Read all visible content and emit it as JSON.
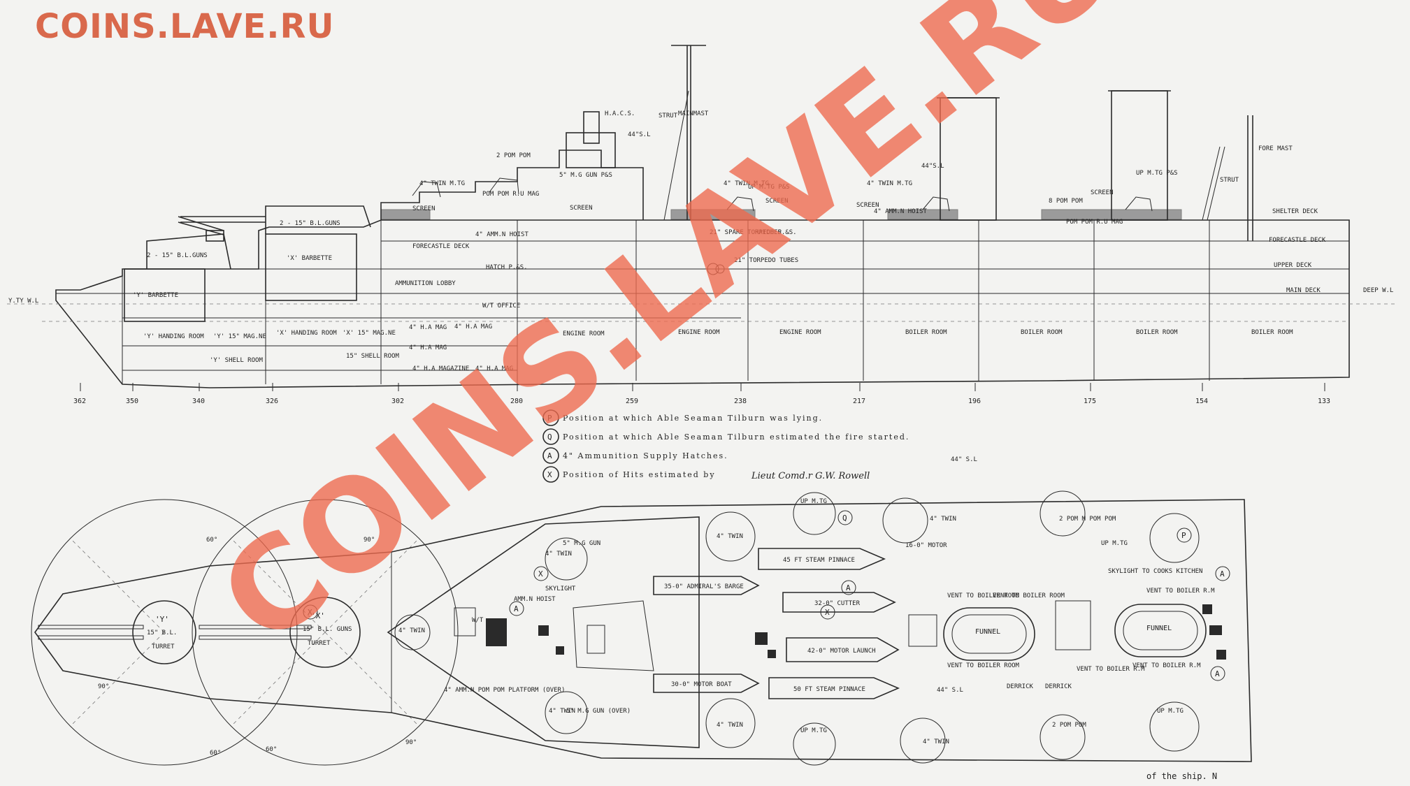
{
  "watermark": {
    "top_text": "COINS.LAVE.RU",
    "diagonal_text": "COINS.LAVE.RU",
    "color": "#d9694c"
  },
  "profile": {
    "frames": [
      "362",
      "350",
      "340",
      "326",
      "302",
      "280",
      "259",
      "238",
      "217",
      "196",
      "175",
      "154",
      "133"
    ],
    "waterlines": {
      "left": "Y.TY W.L",
      "right": "DEEP W.L"
    },
    "decks": [
      "SHELTER DECK",
      "FORECASTLE DECK",
      "UPPER DECK",
      "MAIN DECK",
      "FORECASTLE DECK"
    ],
    "mast_labels": [
      "STRUT",
      "MAINMAST",
      "STRUT",
      "FORE MAST",
      "H.A.C.S."
    ],
    "spaces": [
      "'Y' BARBETTE",
      "'X' BARBETTE",
      "2 - 15\" B.L.GUNS",
      "2 - 15\" B.L.GUNS",
      "'Y' HANDING ROOM",
      "'Y' 15\" MAG.NE",
      "'X' HANDING ROOM",
      "'X' 15\" MAG.NE",
      "'Y' SHELL ROOM",
      "15\" SHELL ROOM",
      "4\" H.A MAG",
      "4\" H.A MAG",
      "4\" H.A MAG",
      "4\" H.A MAGAZINE",
      "4\" H.A MAG",
      "AMMUNITION LOBBY",
      "W/T OFFICE",
      "ENGINE ROOM",
      "ENGINE ROOM",
      "ENGINE ROOM",
      "BOILER ROOM",
      "BOILER ROOM",
      "BOILER ROOM",
      "BOILER ROOM",
      "POM POM R.U MAG",
      "POM POM R.U MAG",
      "4\" AMM.N HOIST",
      "4\" AMM.N HOIST",
      "21\" SPARE TORPEDOES",
      "21\" TORPEDO TUBES",
      "HATCH P.&S.",
      "HATCH P.&S.",
      "SCREEN",
      "SCREEN",
      "SCREEN",
      "SCREEN",
      "SCREEN",
      "4\" TWIN M.TG",
      "4\" TWIN M.TG",
      "4\" TWIN M.TG",
      "UP M.TG P&S",
      "UP M.TG P&S",
      "2 POM POM",
      "8 POM POM",
      "5\" M.G GUN P&S",
      "44\"S.L",
      "44\"S.L"
    ]
  },
  "legend": [
    {
      "symbol": "P",
      "text": "Position at which Able Seaman Tilburn was lying."
    },
    {
      "symbol": "Q",
      "text": "Position at which Able Seaman Tilburn estimated the fire started."
    },
    {
      "symbol": "A",
      "text": "4\" Ammunition Supply Hatches."
    },
    {
      "symbol": "X",
      "text": "Position of Hits estimated by"
    }
  ],
  "signature": "Lieut Comd.r G.W. Rowell",
  "plan": {
    "turrets": [
      {
        "id": "Y",
        "label": "'Y'",
        "sub": "15\" B.L.",
        "name": "TURRET"
      },
      {
        "id": "X",
        "label": "'X'",
        "sub": "15\" B.L. GUNS",
        "name": "TURRET"
      }
    ],
    "arc_angles": [
      "60°",
      "90°",
      "60°",
      "90°",
      "60°",
      "90°"
    ],
    "boats": [
      "45 FT STEAM PINNACE",
      "35-0\" ADMIRAL'S BARGE",
      "32-0\" CUTTER",
      "42-0\" MOTOR LAUNCH",
      "30-0\" MOTOR BOAT",
      "50 FT STEAM PINNACE",
      "16-0\" MOTOR"
    ],
    "funnels": [
      "FUNNEL",
      "FUNNEL"
    ],
    "mounts": [
      "4\" TWIN",
      "4\" TWIN",
      "4\" TWIN",
      "4\" TWIN",
      "4\" TWIN",
      "4\" TWIN",
      "4\" TWIN",
      "UP M.TG",
      "UP M.TG",
      "UP M.TG",
      "UP M.TG",
      "2 POM M POM POM",
      "2 POM POM",
      "5\" M.G GUN",
      "5\" M.G GUN (OVER)",
      "44\" S.L",
      "44\" S.L"
    ],
    "vents": [
      "VENT TO BOILER ROOM",
      "VENT TO BOILER ROOM",
      "VENT TO BOILER ROOM",
      "VENT TO BOILER R.M",
      "VENT TO BOILER R.M",
      "VENT TO BOILER R.M",
      "SKYLIGHT TO COOKS KITCHEN",
      "DERRICK",
      "DERRICK"
    ],
    "markers": [
      "P",
      "Q",
      "A",
      "A",
      "A",
      "A",
      "X",
      "X",
      "X"
    ],
    "misc": [
      "AMM.N HOIST",
      "SKYLIGHT",
      "4\" AMM.N POM POM PLATFORM (OVER)",
      "W/T"
    ]
  },
  "caption_fragment": "of the ship. N"
}
